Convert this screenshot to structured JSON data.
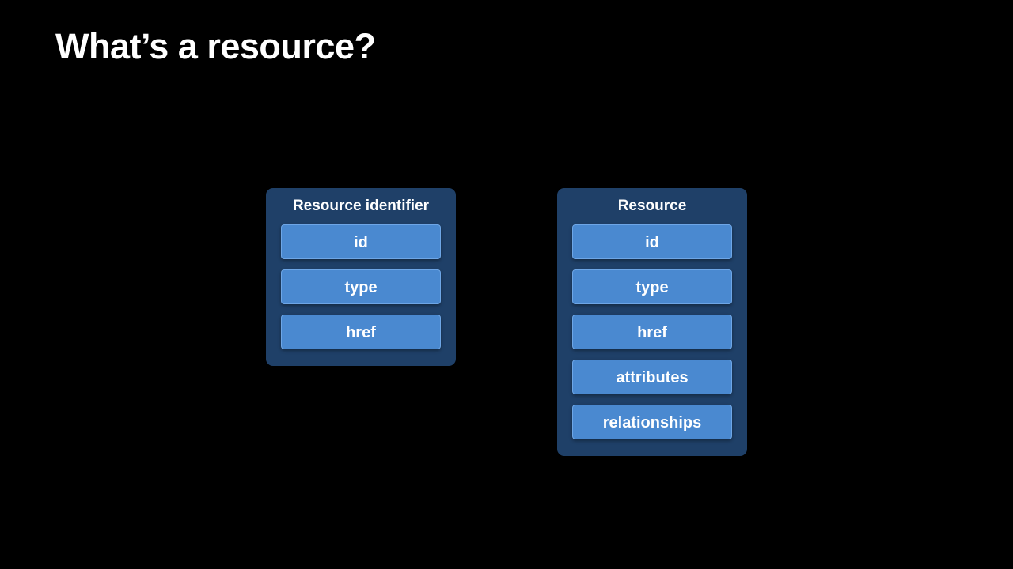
{
  "slide": {
    "title": "What’s a resource?"
  },
  "colors": {
    "background": "#000000",
    "card": "#1f4068",
    "field": "#4a89d0",
    "field_border": "#6ea6e6",
    "text": "#ffffff"
  },
  "cards": {
    "resource_identifier": {
      "title": "Resource identifier",
      "fields": [
        "id",
        "type",
        "href"
      ]
    },
    "resource": {
      "title": "Resource",
      "fields": [
        "id",
        "type",
        "href",
        "attributes",
        "relationships"
      ]
    }
  }
}
